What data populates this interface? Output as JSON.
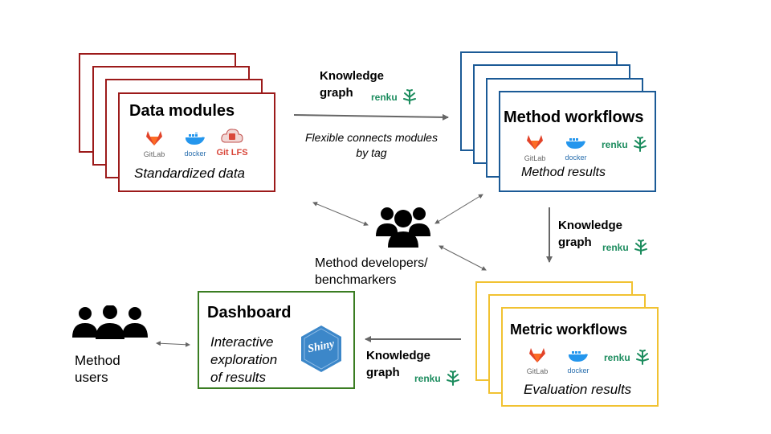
{
  "data_modules": {
    "title": "Data modules",
    "subtitle": "Standardized data",
    "logos": {
      "gitlab": "GitLab",
      "docker": "docker",
      "gitlfs": "Git LFS"
    }
  },
  "method_workflows": {
    "title": "Method workflows",
    "subtitle": "Method results",
    "logos": {
      "gitlab": "GitLab",
      "docker": "docker",
      "renku": "renku"
    }
  },
  "metric_workflows": {
    "title": "Metric workflows",
    "subtitle": "Evaluation results",
    "logos": {
      "gitlab": "GitLab",
      "docker": "docker",
      "renku": "renku"
    }
  },
  "dashboard": {
    "title": "Dashboard",
    "line1": "Interactive",
    "line2": "exploration",
    "line3": "of results",
    "logo": "Shiny"
  },
  "kg_top": {
    "line1": "Knowledge",
    "line2": "graph",
    "renku": "renku"
  },
  "kg_right": {
    "line1": "Knowledge",
    "line2": "graph",
    "renku": "renku"
  },
  "kg_bottom": {
    "line1": "Knowledge",
    "line2": "graph",
    "renku": "renku"
  },
  "flex": {
    "line1": "Flexible connects modules",
    "line2": "by tag"
  },
  "developers": {
    "line1": "Method developers/",
    "line2": "benchmarkers"
  },
  "users": {
    "line1": "Method",
    "line2": "users"
  },
  "colors": {
    "data": "#9c1a1a",
    "method": "#1b5a96",
    "metric": "#f1c232",
    "dashboard": "#3a7d22",
    "gitlab": "#e24329",
    "docker": "#2496ed",
    "renku": "#1c8c5e",
    "shiny": "#3c87c9",
    "arrow": "#666666"
  },
  "icons": [
    "gitlab-icon",
    "docker-icon",
    "gitlfs-icon",
    "renku-icon",
    "shiny-icon",
    "people-icon"
  ]
}
